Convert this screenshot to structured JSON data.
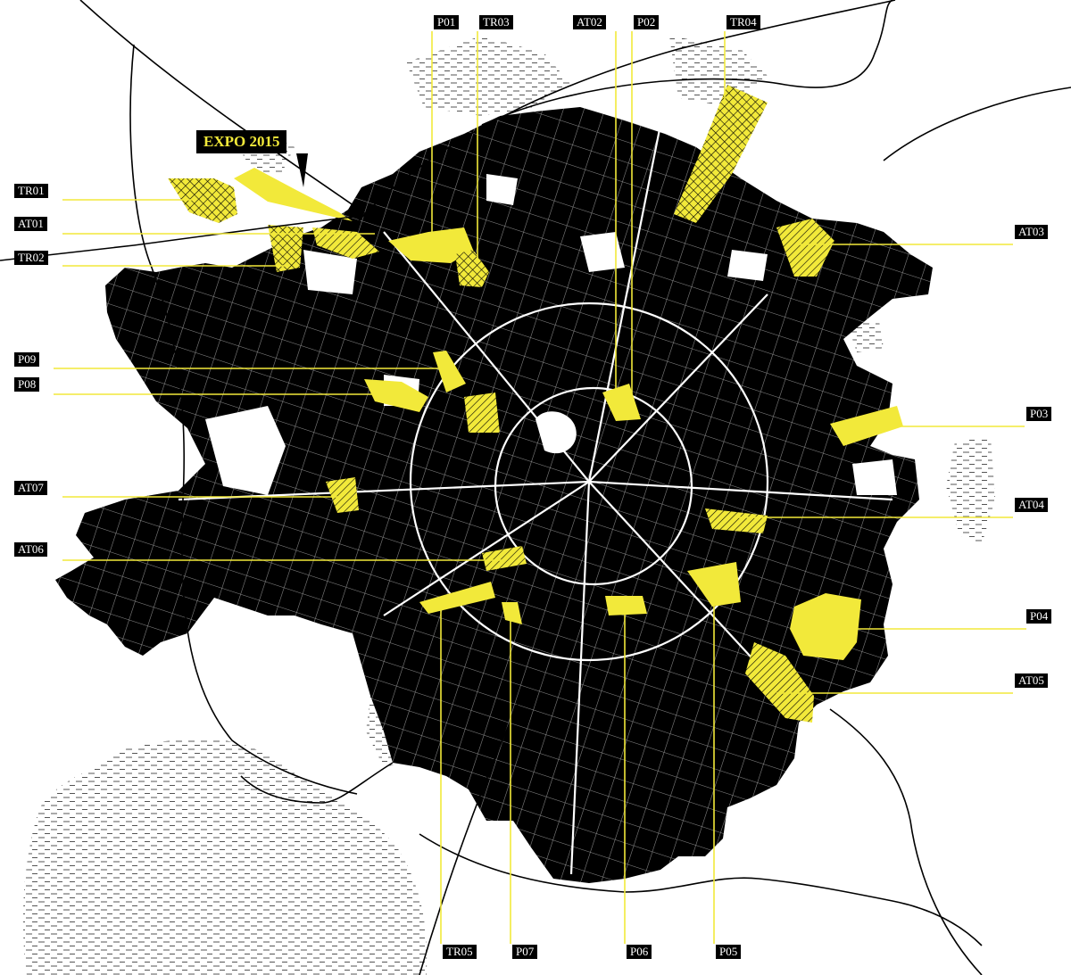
{
  "map": {
    "area_fill": "#000000",
    "highlight_color": "#f2e93a",
    "leader_color": "#f2e93a",
    "rail_color": "#000000",
    "background": "#ffffff",
    "dash_color": "#555555"
  },
  "callout": {
    "label": "EXPO 2015"
  },
  "sites": [
    {
      "id": "P01",
      "label": "P01"
    },
    {
      "id": "TR03",
      "label": "TR03"
    },
    {
      "id": "AT02",
      "label": "AT02"
    },
    {
      "id": "P02",
      "label": "P02"
    },
    {
      "id": "TR04",
      "label": "TR04"
    },
    {
      "id": "TR01",
      "label": "TR01"
    },
    {
      "id": "AT01",
      "label": "AT01"
    },
    {
      "id": "TR02",
      "label": "TR02"
    },
    {
      "id": "AT03",
      "label": "AT03"
    },
    {
      "id": "P09",
      "label": "P09"
    },
    {
      "id": "P08",
      "label": "P08"
    },
    {
      "id": "P03",
      "label": "P03"
    },
    {
      "id": "AT07",
      "label": "AT07"
    },
    {
      "id": "AT04",
      "label": "AT04"
    },
    {
      "id": "AT06",
      "label": "AT06"
    },
    {
      "id": "P04",
      "label": "P04"
    },
    {
      "id": "AT05",
      "label": "AT05"
    },
    {
      "id": "TR05",
      "label": "TR05"
    },
    {
      "id": "P07",
      "label": "P07"
    },
    {
      "id": "P06",
      "label": "P06"
    },
    {
      "id": "P05",
      "label": "P05"
    }
  ]
}
